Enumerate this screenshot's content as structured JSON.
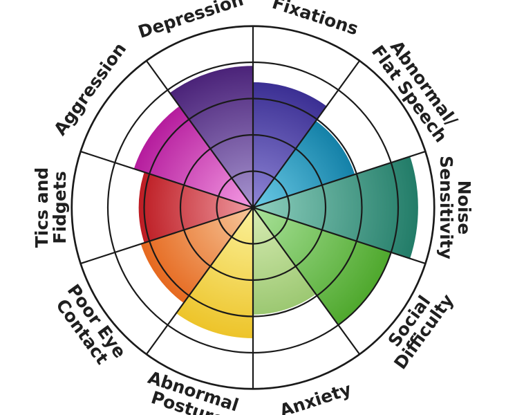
{
  "chart_data": {
    "type": "polar_area",
    "title": "",
    "rings": 5,
    "rmax": 5,
    "start_angle_deg": -90,
    "direction": "clockwise",
    "categories": [
      {
        "label_lines": [
          "Fixations"
        ],
        "value": 3.45,
        "color_center": "#8f86d6",
        "color_edge": "#3b2f93"
      },
      {
        "label_lines": [
          "Abnormal/",
          "Flat Speech"
        ],
        "value": 2.95,
        "color_center": "#6ccbe6",
        "color_edge": "#1481a8"
      },
      {
        "label_lines": [
          "Noise",
          "Sensitivity"
        ],
        "value": 4.55,
        "color_center": "#8fd0bf",
        "color_edge": "#227c68"
      },
      {
        "label_lines": [
          "Social",
          "Difficulty"
        ],
        "value": 4.0,
        "color_center": "#a9e29a",
        "color_edge": "#4fa82d"
      },
      {
        "label_lines": [
          "Anxiety"
        ],
        "value": 2.95,
        "color_center": "#d8ecb4",
        "color_edge": "#9cc872"
      },
      {
        "label_lines": [
          "Abnormal",
          "Posture"
        ],
        "value": 3.6,
        "color_center": "#fbf29b",
        "color_edge": "#edc42a"
      },
      {
        "label_lines": [
          "Poor Eye",
          "Contact"
        ],
        "value": 3.25,
        "color_center": "#f6c89c",
        "color_edge": "#e6691f"
      },
      {
        "label_lines": [
          "Tics and",
          "Fidgets"
        ],
        "value": 3.15,
        "color_center": "#ef9aa1",
        "color_edge": "#bd1c23"
      },
      {
        "label_lines": [
          "Aggression"
        ],
        "value": 3.45,
        "color_center": "#f49be3",
        "color_edge": "#b51c9d"
      },
      {
        "label_lines": [
          "Depression"
        ],
        "value": 3.9,
        "color_center": "#a795d0",
        "color_edge": "#4b2379"
      }
    ]
  }
}
